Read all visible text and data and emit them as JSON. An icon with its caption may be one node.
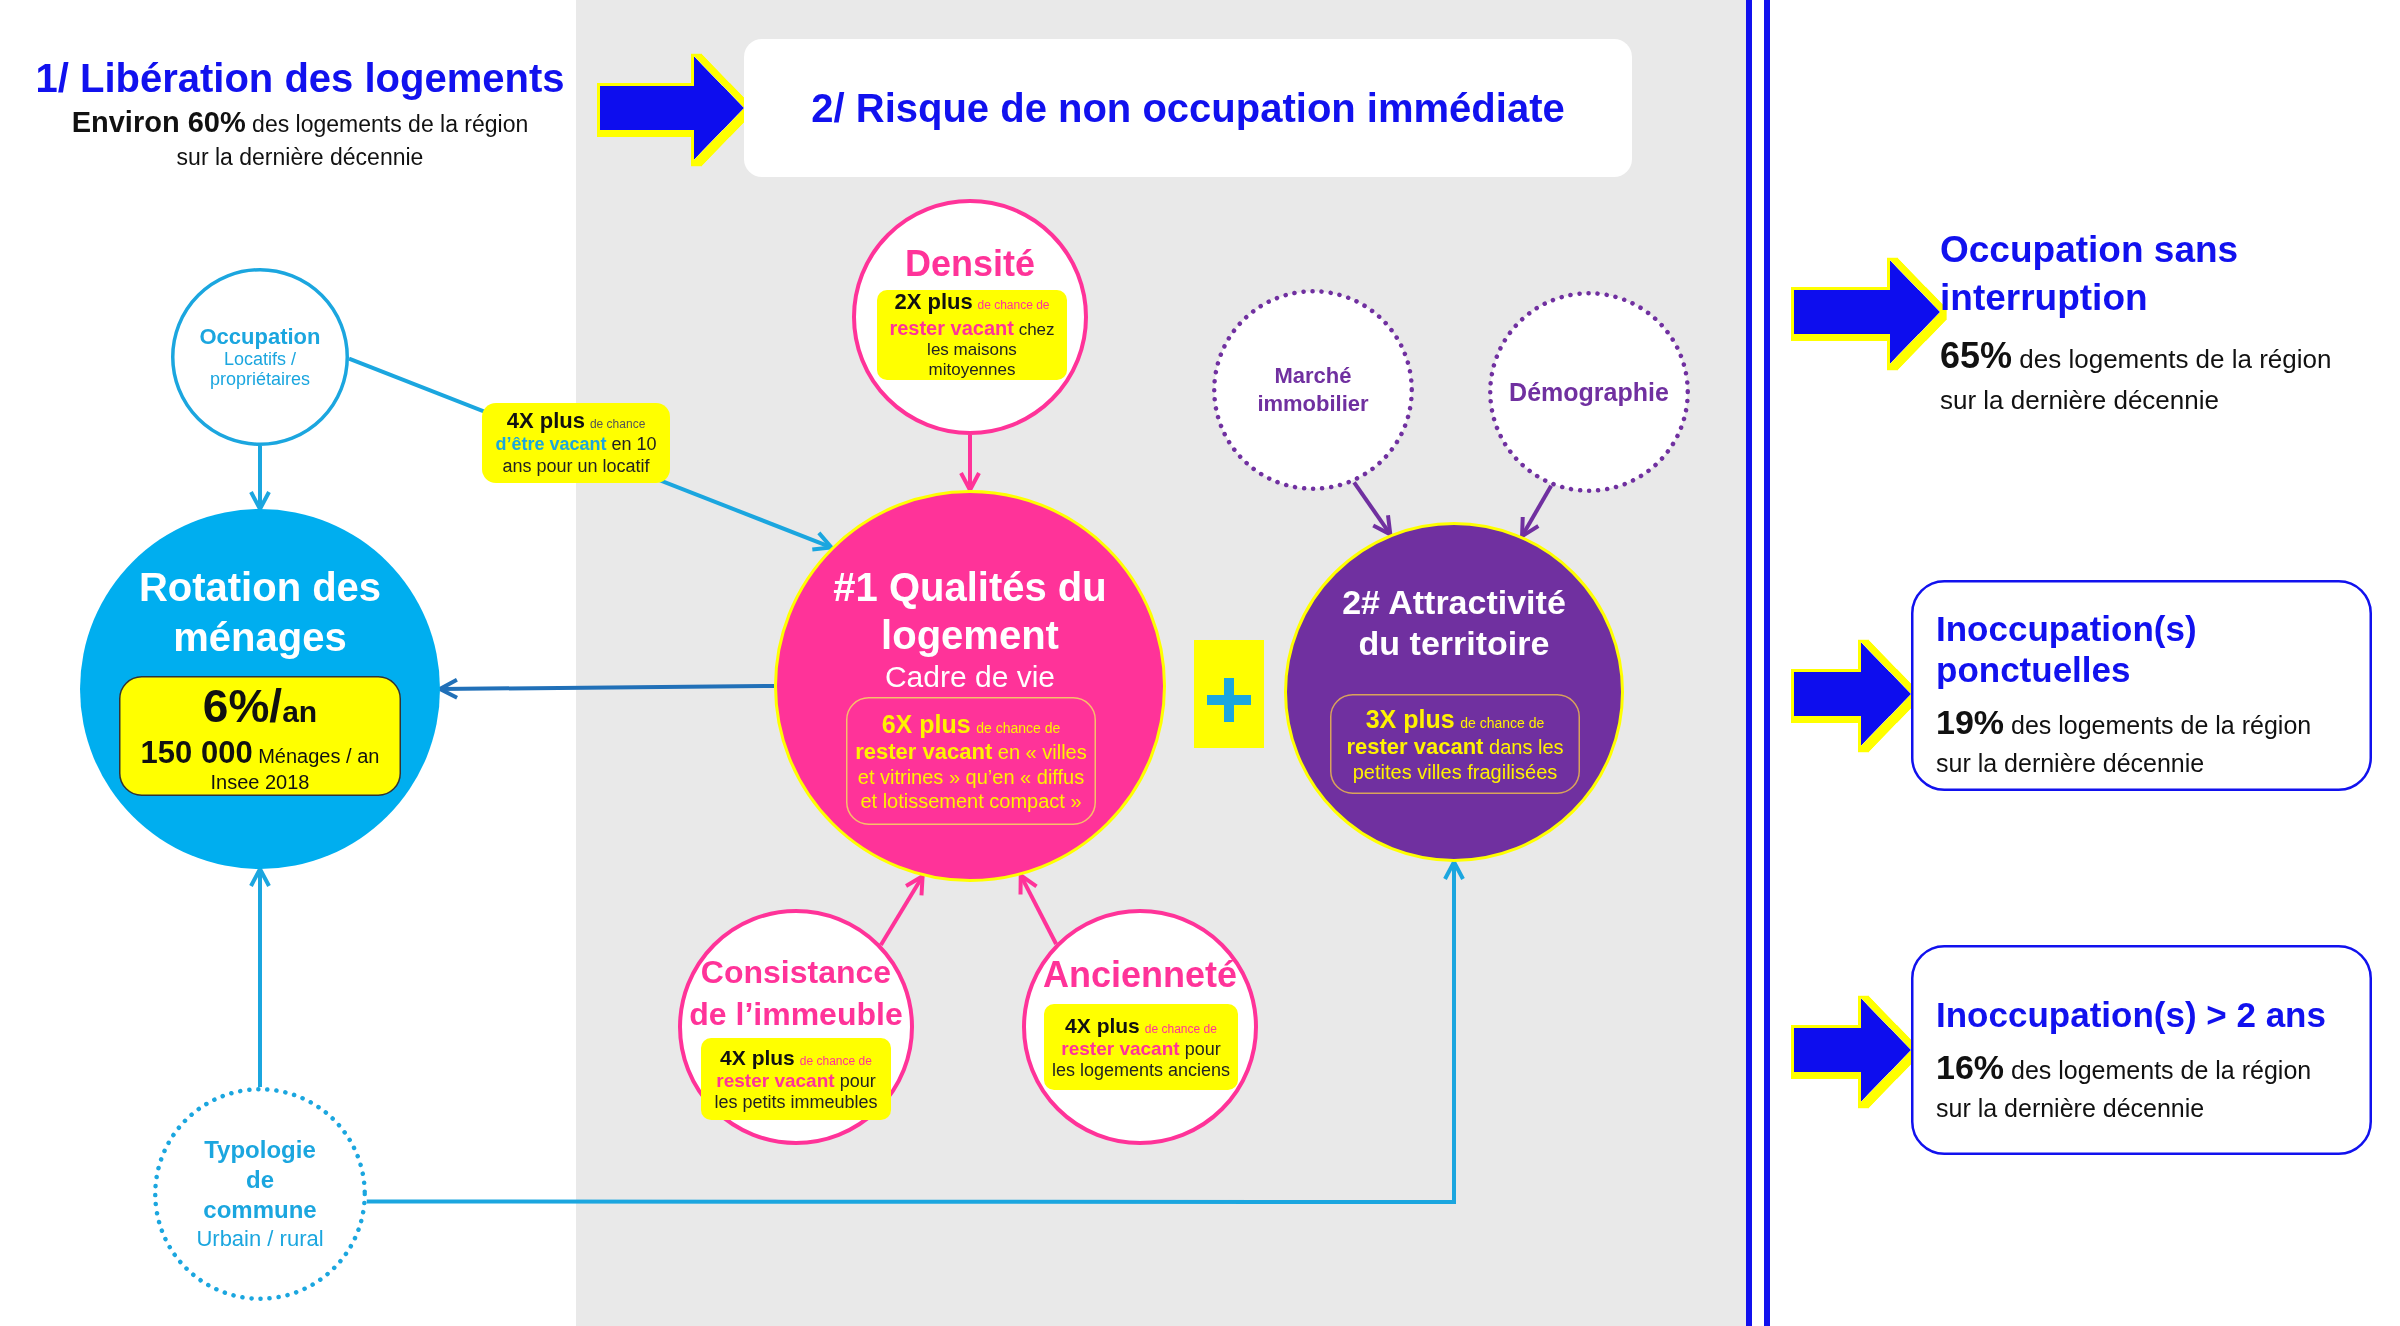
{
  "diagram": {
    "nodes": [
      {
        "text": [
          "1/ Libération des logements",
          "**Environ 60%** des logements de la région sur la dernière décennie"
        ]
      },
      {
        "text": [
          "2/ Risque de non occupation immédiate"
        ]
      },
      {
        "text": [
          "Occupation",
          "Locatifs / propriétaires"
        ]
      },
      {
        "text": [
          "Densité"
        ]
      },
      {
        "text": [
          "**2X plus** de chance de **rester vacant** chez les maisons mitoyennes"
        ],
        "in": 3
      },
      {
        "text": [
          "Marché immobilier"
        ]
      },
      {
        "text": [
          "Démographie"
        ]
      },
      {
        "text": [
          "Rotation des ménages"
        ]
      },
      {
        "text": [
          "6%/an",
          "**150 000** Ménages / an",
          "Insee 2018"
        ],
        "in": 7
      },
      {
        "text": [
          "#1 Qualités du logement",
          "Cadre de vie"
        ]
      },
      {
        "text": [
          "**6X plus** de chance de **rester vacant** en « villes et vitrines » qu’en « diffus et lotissement compact »"
        ],
        "in": 9
      },
      {
        "text": [
          "2# Attractivité du territoire"
        ]
      },
      {
        "text": [
          "**3X plus** de chance de **rester vacant** dans les petites villes fragilisées"
        ],
        "in": 11
      },
      {
        "text": [
          "Consistance de l’immeuble"
        ]
      },
      {
        "text": [
          "**4X plus** de chance de **rester vacant** pour les petits immeubles"
        ],
        "in": 13
      },
      {
        "text": [
          "Ancienneté"
        ]
      },
      {
        "text": [
          "**4X plus** de chance de **rester vacant** pour les logements anciens"
        ],
        "in": 15
      },
      {
        "text": [
          "Typologie de commune",
          "Urbain / rural"
        ]
      },
      {
        "text": [
          "Occupation sans interruption",
          "**65%** des logements de la région sur la dernière décennie"
        ]
      },
      {
        "text": [
          "Inoccupation(s) ponctuelles",
          "**19%** des logements de la région sur la dernière décennie"
        ]
      },
      {
        "text": [
          "Inoccupation(s) > 2 ans",
          "**16%** des logements de la région sur la dernière décennie"
        ]
      }
    ],
    "edges": [
      {
        "from": 0,
        "to": 1,
        "arrow": "to",
        "style": "thick",
        "color": "#1111ee"
      },
      {
        "from": 2,
        "to": 7,
        "arrow": "to",
        "color": "#1ba6df"
      },
      {
        "from": 2,
        "to": 9,
        "arrow": "to",
        "label": "**4X plus** de chance **d’être vacant** en 10 ans pour un locatif",
        "color": "#1ba6df"
      },
      {
        "from": 3,
        "to": 9,
        "arrow": "to",
        "color": "#ff3399"
      },
      {
        "from": 5,
        "to": 11,
        "arrow": "to",
        "color": "#7030a0"
      },
      {
        "from": 6,
        "to": 11,
        "arrow": "to",
        "color": "#7030a0"
      },
      {
        "from": 9,
        "to": 7,
        "arrow": "to",
        "color": "#2170b8"
      },
      {
        "from": 13,
        "to": 9,
        "arrow": "to",
        "color": "#ff3399"
      },
      {
        "from": 15,
        "to": 9,
        "arrow": "to",
        "color": "#ff3399"
      },
      {
        "from": 17,
        "to": 7,
        "arrow": "to",
        "color": "#1ba6df"
      },
      {
        "from": 17,
        "to": 11,
        "arrow": "to",
        "color": "#1ba6df"
      },
      {
        "from": null,
        "to": 18,
        "arrow": "to",
        "style": "thick",
        "color": "#1111ee"
      },
      {
        "from": null,
        "to": 19,
        "arrow": "to",
        "style": "thick",
        "color": "#1111ee"
      },
      {
        "from": null,
        "to": 20,
        "arrow": "to",
        "style": "thick",
        "color": "#1111ee"
      }
    ]
  }
}
